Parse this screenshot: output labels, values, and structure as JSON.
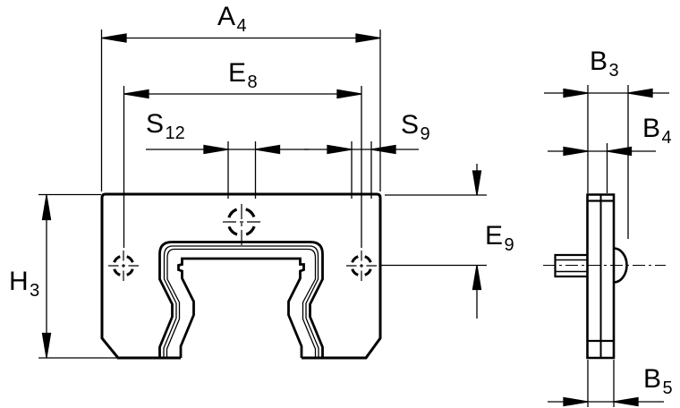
{
  "drawing": {
    "kind": "technical dimension drawing",
    "background_color": "#ffffff",
    "line_color": "#000000"
  },
  "labels": {
    "a4": {
      "main": "A",
      "sub": "4"
    },
    "e8": {
      "main": "E",
      "sub": "8"
    },
    "s12": {
      "main": "S",
      "sub": "12"
    },
    "s9": {
      "main": "S",
      "sub": "9"
    },
    "h3": {
      "main": "H",
      "sub": "3"
    },
    "e9": {
      "main": "E",
      "sub": "9"
    },
    "b3": {
      "main": "B",
      "sub": "3"
    },
    "b4": {
      "main": "B",
      "sub": "4"
    },
    "b5": {
      "main": "B",
      "sub": "5"
    }
  }
}
